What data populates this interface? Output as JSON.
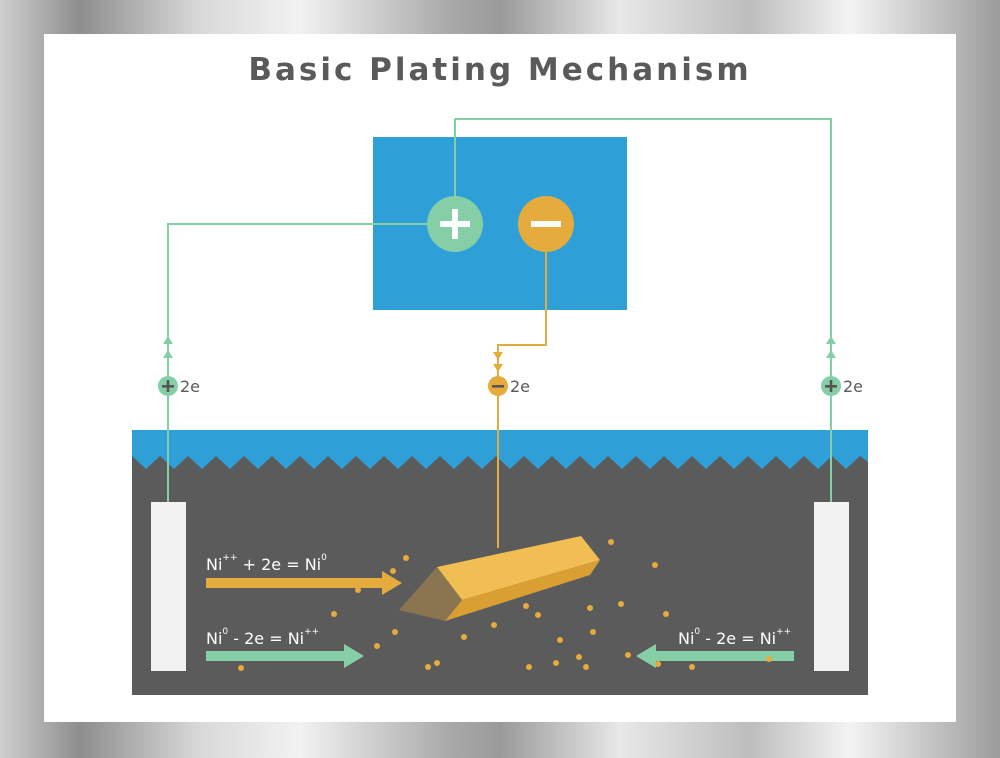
{
  "title": "Basic Plating Mechanism",
  "battery": {
    "positive_symbol": "+",
    "negative_symbol": "−",
    "color": "#2f9fd8",
    "positive_color": "#86cfa6",
    "negative_color": "#e5ac3d"
  },
  "charges": {
    "left": {
      "sign": "+",
      "label": "2e"
    },
    "center": {
      "sign": "−",
      "label": "2e"
    },
    "right": {
      "sign": "+",
      "label": "2e"
    }
  },
  "reactions": {
    "cathode": {
      "left": "Ni",
      "left_sup": "++",
      "mid": " + 2e = Ni",
      "right_sup": "0"
    },
    "anode_left": {
      "left": "Ni",
      "left_sup": "0",
      "mid": " - 2e = Ni",
      "right_sup": "++"
    },
    "anode_right": {
      "left": "Ni",
      "left_sup": "0",
      "mid": " - 2e = Ni",
      "right_sup": "++"
    }
  },
  "colors": {
    "wire_positive": "#86cfa6",
    "wire_negative": "#e5ac3d",
    "solution": "#5b5b5b",
    "surface": "#2f9fd8",
    "electrode": "#f2f2f2",
    "gold_bar": "#e5ac3d",
    "particle": "#e5ac3d"
  }
}
